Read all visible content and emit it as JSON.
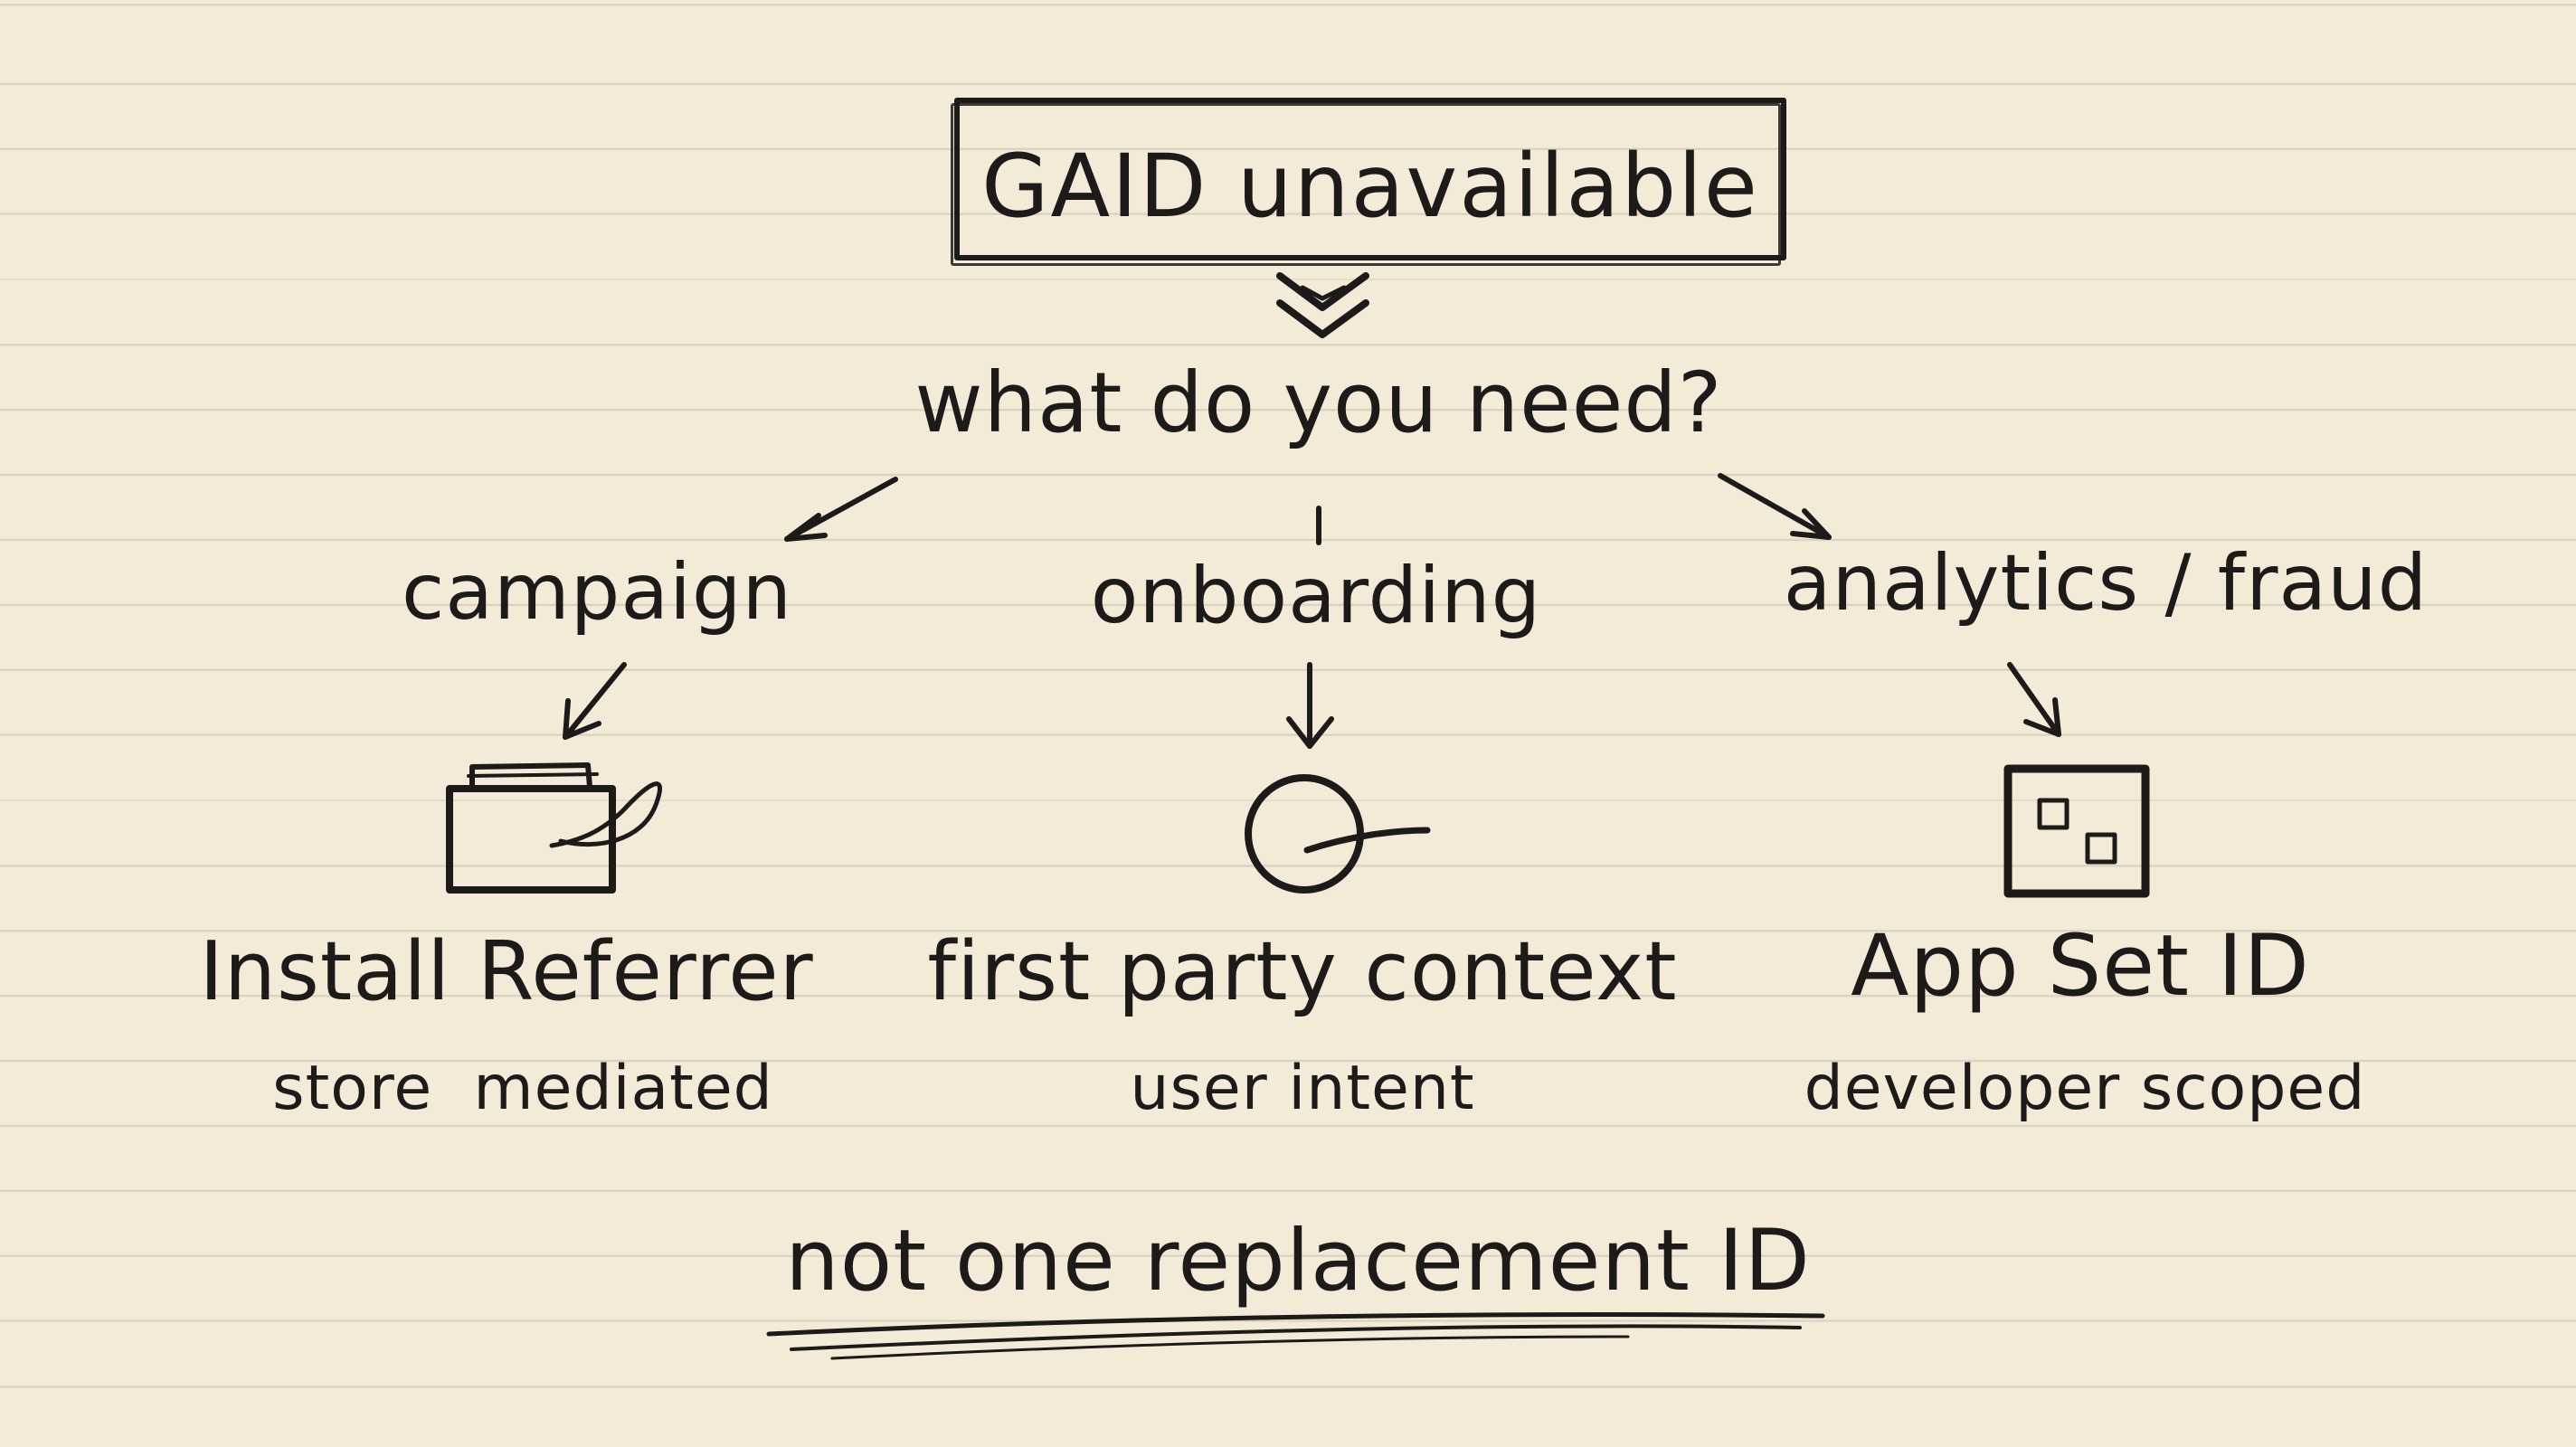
{
  "title": "GAID unavailable",
  "question": "what do you need?",
  "branches": [
    {
      "category": "campaign",
      "solution": "Install Referrer",
      "note": "store  mediated",
      "icon": "folder-icon"
    },
    {
      "category": "onboarding",
      "solution": "first party context",
      "note": "user intent",
      "icon": "circle-icon"
    },
    {
      "category": "analytics / fraud",
      "solution": "App Set ID",
      "note": "developer scoped",
      "icon": "squares-box-icon"
    }
  ],
  "conclusion": "not one replacement ID",
  "colors": {
    "paper": "#f3ead8",
    "ink": "#1c1b19",
    "rule": "#cfc6b4"
  }
}
